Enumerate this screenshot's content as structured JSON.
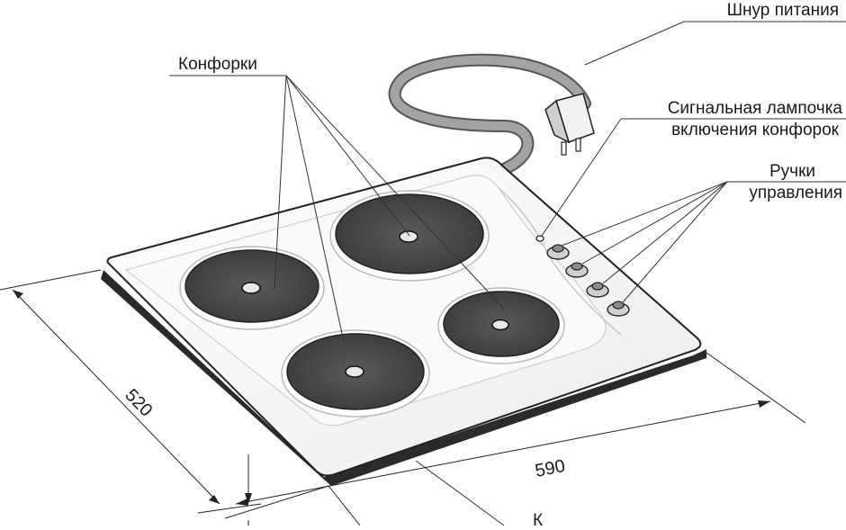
{
  "labels": {
    "power_cord": "Шнур питания",
    "burners": "Конфорки",
    "signal_lamp_line1": "Сигнальная лампочка",
    "signal_lamp_line2": "включения конфорок",
    "knobs_line1": "Ручки",
    "knobs_line2": "управления",
    "frame_partial": "К"
  },
  "dimensions": {
    "width": "590",
    "depth": "520"
  },
  "colors": {
    "burner": "#4a4a4a",
    "panel": "#f4f4f4",
    "rim": "#222222",
    "cord": "#9a9a9a"
  }
}
